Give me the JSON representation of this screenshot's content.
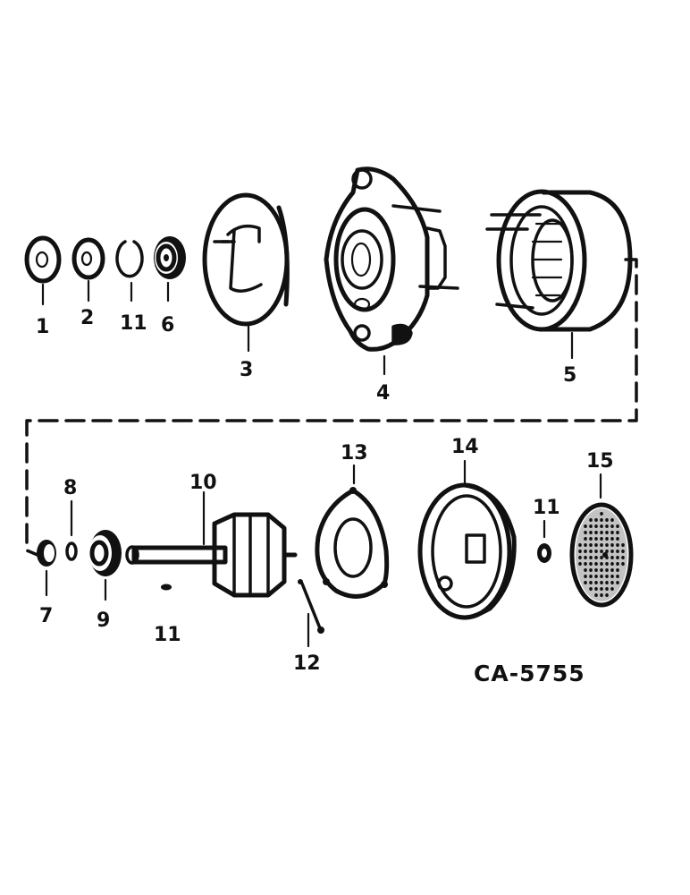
{
  "diagram": {
    "reference_code": "CA-5755",
    "callouts": [
      {
        "id": "c1",
        "label": "1"
      },
      {
        "id": "c2",
        "label": "2"
      },
      {
        "id": "c11a",
        "label": "11"
      },
      {
        "id": "c6",
        "label": "6"
      },
      {
        "id": "c3",
        "label": "3"
      },
      {
        "id": "c4",
        "label": "4"
      },
      {
        "id": "c5",
        "label": "5"
      },
      {
        "id": "c8",
        "label": "8"
      },
      {
        "id": "c10",
        "label": "10"
      },
      {
        "id": "c13",
        "label": "13"
      },
      {
        "id": "c14",
        "label": "14"
      },
      {
        "id": "c11b",
        "label": "11"
      },
      {
        "id": "c15",
        "label": "15"
      },
      {
        "id": "c7",
        "label": "7"
      },
      {
        "id": "c9",
        "label": "9"
      },
      {
        "id": "c11c",
        "label": "11"
      },
      {
        "id": "c12",
        "label": "12"
      }
    ]
  }
}
